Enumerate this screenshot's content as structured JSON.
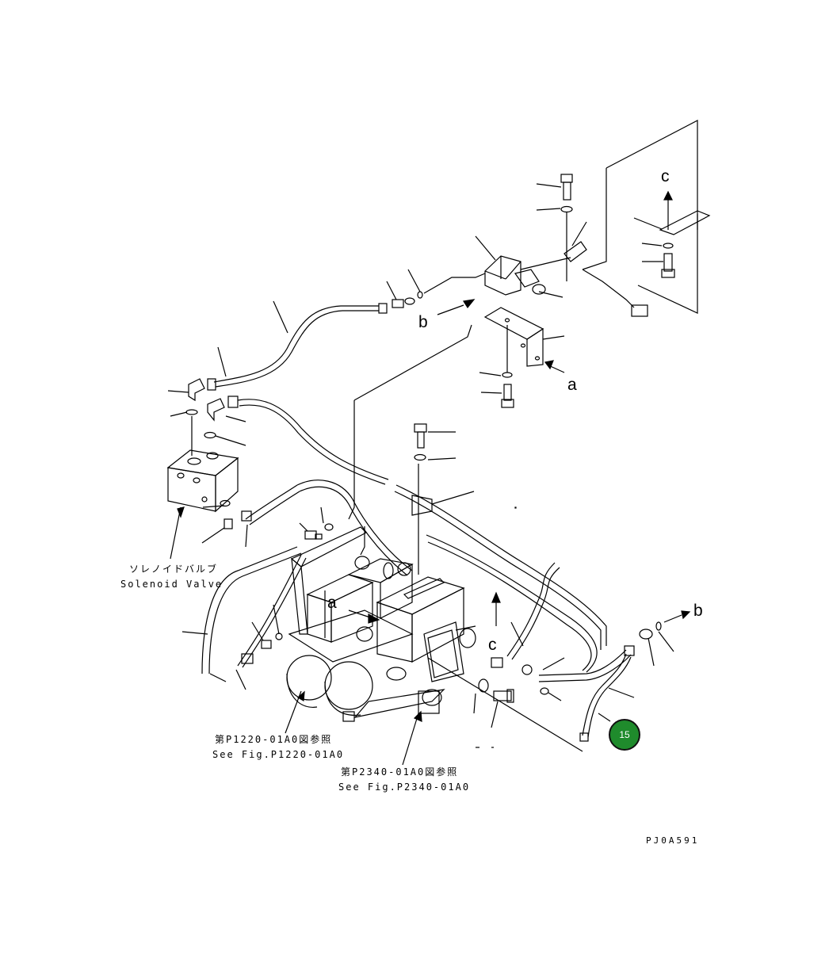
{
  "labels": {
    "solenoid_jp": "ソレノイドバルブ",
    "solenoid_en": "Solenoid Valve",
    "fig1_jp": "第P1220-01A0図参照",
    "fig1_en": "See Fig.P1220-01A0",
    "fig2_jp": "第P2340-01A0図参照",
    "fig2_en": "See Fig.P2340-01A0",
    "code": "PJ0A591"
  },
  "connectors": {
    "a": "a",
    "b": "b",
    "c": "c"
  },
  "callout": {
    "number": "15",
    "color": "#1f8b2c"
  }
}
